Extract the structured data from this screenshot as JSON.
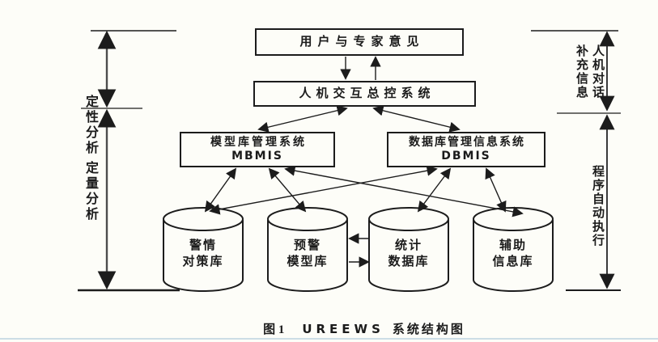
{
  "diagram": {
    "nodes": {
      "user_opinion": "用户与专家意见",
      "hci_control": "人机交互总控系统",
      "mbmis_cn": "模型库管理系统",
      "mbmis_en": "MBMIS",
      "dbmis_cn": "数据库管理信息系统",
      "dbmis_en": "DBMIS"
    },
    "databases": [
      {
        "label": "警情\n对策库"
      },
      {
        "label": "预警\n模型库"
      },
      {
        "label": "统计\n数据库"
      },
      {
        "label": "辅助\n信息库"
      }
    ],
    "side_labels": {
      "left_top": "定性分析",
      "left_bottom": "定量分析",
      "right_top_col1": "补充信息",
      "right_top_col2": "人机对话",
      "right_bottom": "程序自动执行"
    },
    "caption": {
      "fig": "图 1",
      "acronym": "UREEWS",
      "rest": "系统结构图"
    },
    "colors": {
      "ink": "#1c1c1c",
      "measure_line": "#4d4d4d",
      "bottom_rule": "#ccdde6",
      "background": "#fdfdf8"
    }
  }
}
